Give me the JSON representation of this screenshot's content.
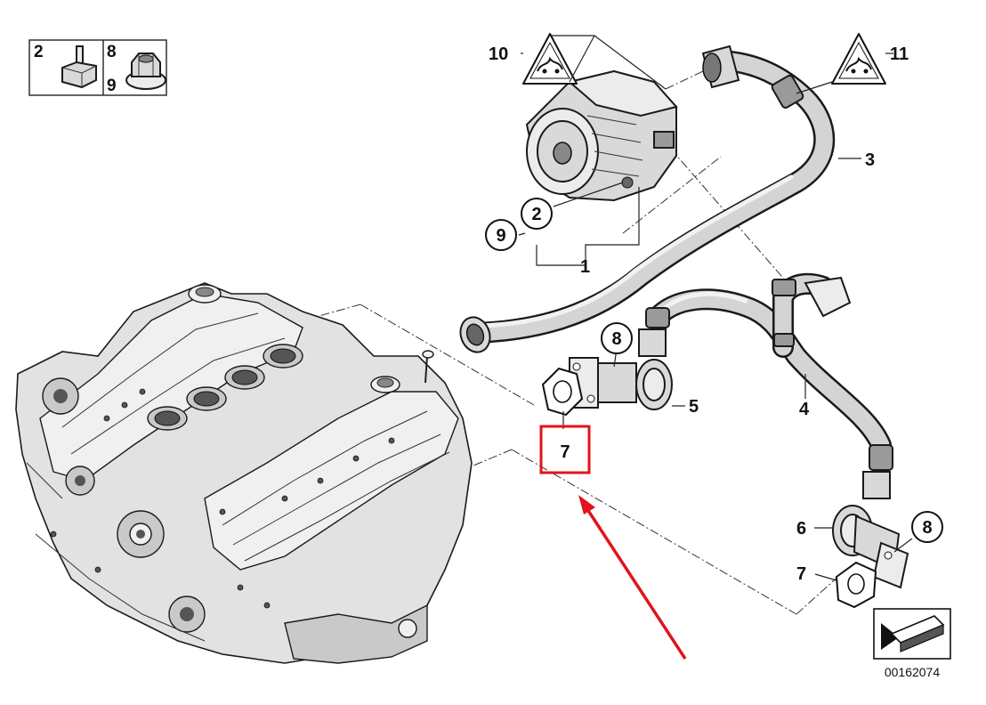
{
  "diagram": {
    "image_number": "00162074",
    "legend_box": {
      "left_labels": [
        "2"
      ],
      "right_labels": [
        "8",
        "9"
      ]
    },
    "callouts": {
      "pump_label": "1",
      "stud_circle": "2",
      "nut_circle": "9",
      "upper_hose": "3",
      "lower_hose": "4",
      "left_valve": "5",
      "right_valve": "6",
      "left_gasket_highlighted": "7",
      "right_gasket": "7",
      "left_valve_nut_circle": "8",
      "right_valve_nut_circle": "8",
      "warning_left": "10",
      "warning_right": "11"
    },
    "highlight_color": "#e0141b",
    "arrow_color": "#e0141b"
  }
}
